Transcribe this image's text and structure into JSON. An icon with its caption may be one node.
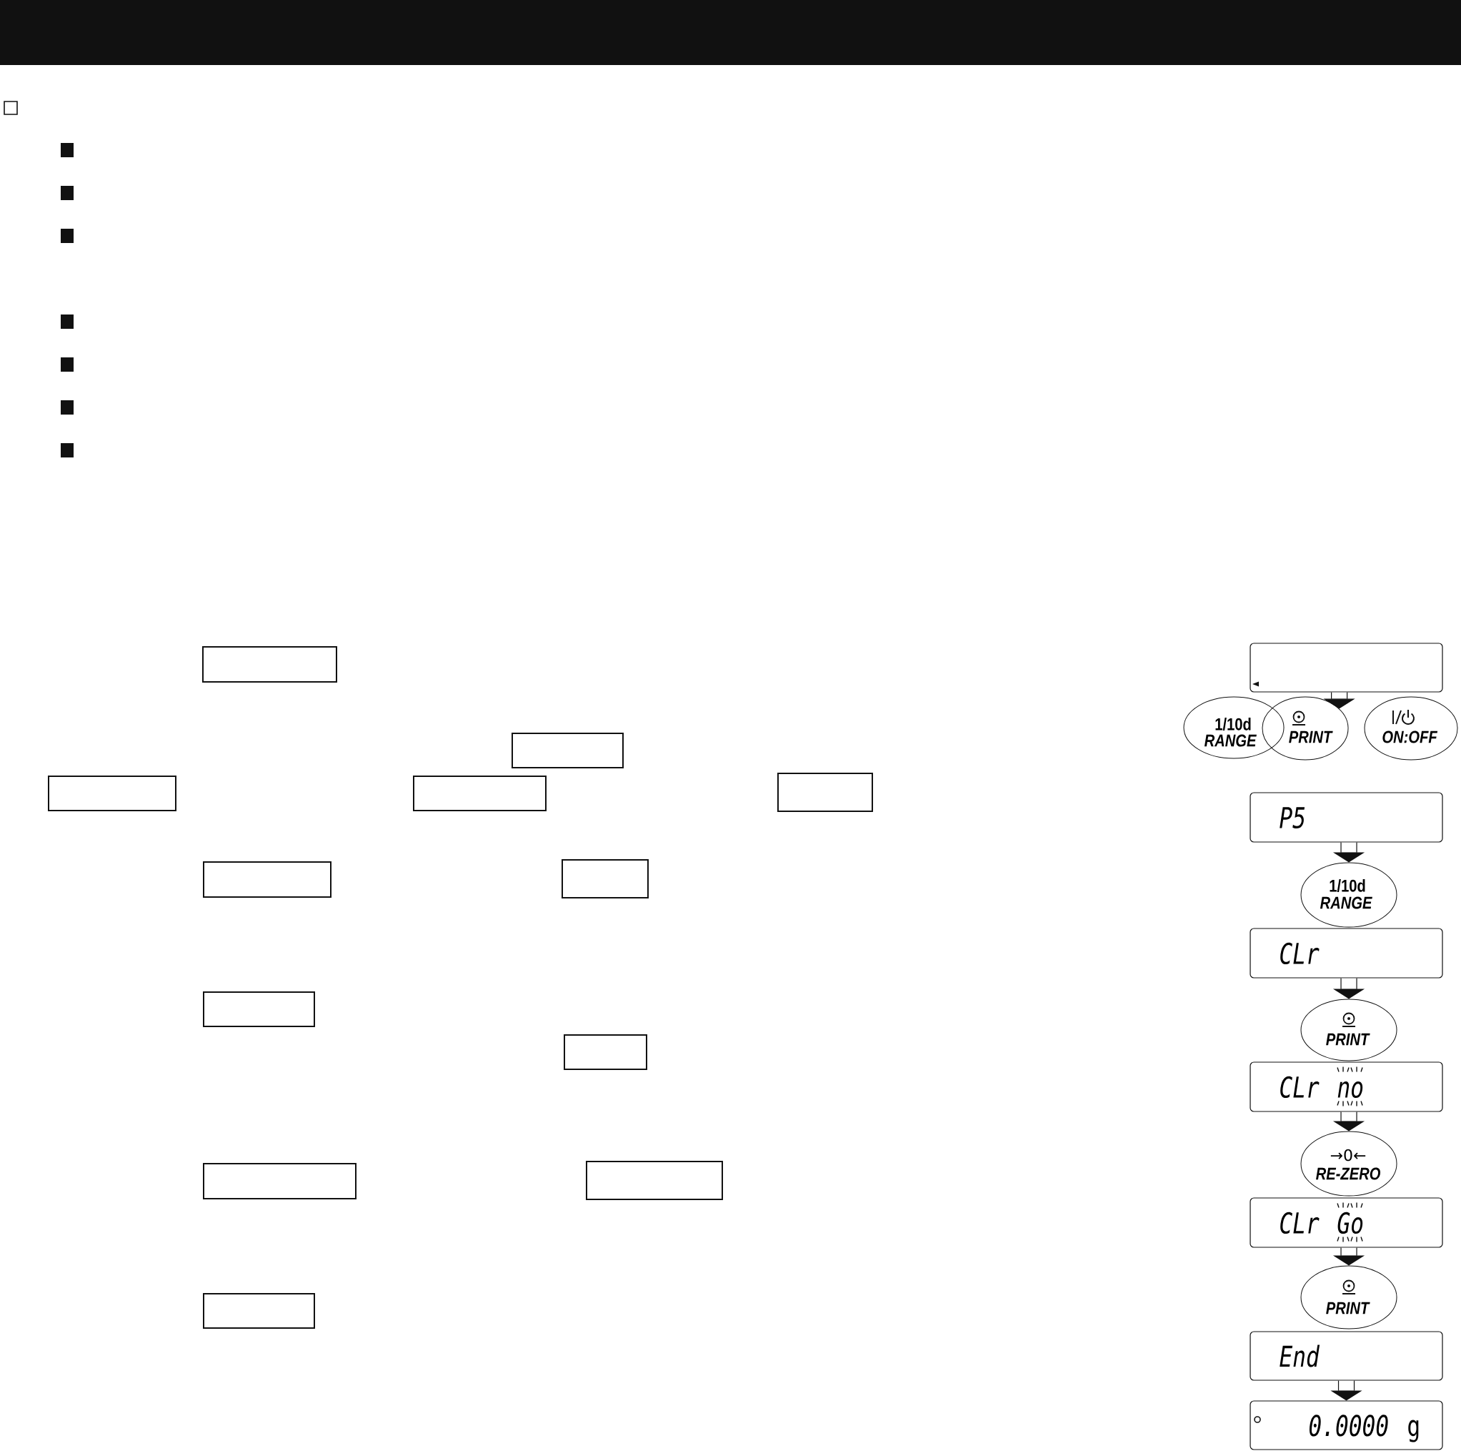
{
  "diagram": {
    "nodes": [
      {
        "text": [],
        "shape": "box"
      },
      {
        "text": [],
        "shape": "box"
      },
      {
        "text": [],
        "shape": "box"
      },
      {
        "text": [],
        "shape": "box"
      },
      {
        "text": [],
        "shape": "box"
      },
      {
        "text": [],
        "shape": "box"
      },
      {
        "text": [],
        "shape": "box"
      },
      {
        "text": [],
        "shape": "box"
      },
      {
        "text": [],
        "shape": "box"
      },
      {
        "text": [],
        "shape": "box"
      },
      {
        "text": [],
        "shape": "box"
      },
      {
        "text": [],
        "shape": "box"
      },
      {
        "text": [],
        "shape": "box"
      },
      {
        "text": [
          "1/10d",
          "RANGE"
        ]
      },
      {
        "text": [
          "PRINT"
        ]
      },
      {
        "text": [
          "ON:OFF"
        ]
      },
      {
        "text": [
          "P5"
        ]
      },
      {
        "text": [
          "1/10d",
          "RANGE"
        ]
      },
      {
        "text": [
          "CLr"
        ]
      },
      {
        "text": [
          "PRINT"
        ]
      },
      {
        "text": [
          "CLr",
          "no"
        ]
      },
      {
        "text": [
          "→0←",
          "RE-ZERO"
        ]
      },
      {
        "text": [
          "CLr",
          "Go"
        ]
      },
      {
        "text": [
          "PRINT"
        ]
      },
      {
        "text": [
          "End"
        ]
      },
      {
        "text": [
          "0.0000",
          "g"
        ]
      }
    ],
    "edges": [
      {
        "from": 12,
        "to": 14,
        "arrow": "to"
      },
      {
        "from": 16,
        "to": 17,
        "arrow": "to"
      },
      {
        "from": 18,
        "to": 19,
        "arrow": "to"
      },
      {
        "from": 20,
        "to": 21,
        "arrow": "to"
      },
      {
        "from": 22,
        "to": 23,
        "arrow": "to"
      },
      {
        "from": 24,
        "to": 25,
        "arrow": "to"
      }
    ]
  }
}
